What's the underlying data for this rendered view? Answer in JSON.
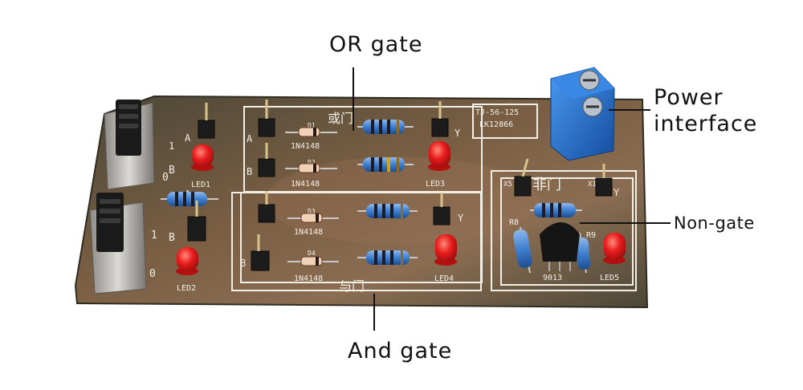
{
  "callouts": {
    "or_gate": "OR gate",
    "power_line1": "Power",
    "power_line2": "interface",
    "non_gate": "Non-gate",
    "and_gate": "And gate"
  },
  "board": {
    "model_line1": "TJ-56-125",
    "model_line2": "LK12866",
    "or_gate_cn": "或门",
    "and_gate_cn": "与门",
    "not_gate_cn": "非门",
    "diode_label": "1N4148",
    "led_labels": [
      "LED1",
      "LED2",
      "LED3",
      "LED4",
      "LED5"
    ],
    "transistor_label": "9013",
    "pin_labels": [
      "A",
      "B",
      "Y",
      "1",
      "0"
    ],
    "resistor_labels": [
      "R8",
      "R9"
    ],
    "diode_refs": [
      "D1",
      "D2",
      "D3",
      "D4"
    ],
    "connector_refs": [
      "X5",
      "X1"
    ]
  },
  "colors": {
    "pcb_dark": "#3d3a2c",
    "pcb_light": "#7e6448",
    "silkscreen": "#f2efe6",
    "led_red": "#e81c1c",
    "terminal_blue": "#1f6fd6",
    "resistor_blue": "#3f7fcf"
  }
}
